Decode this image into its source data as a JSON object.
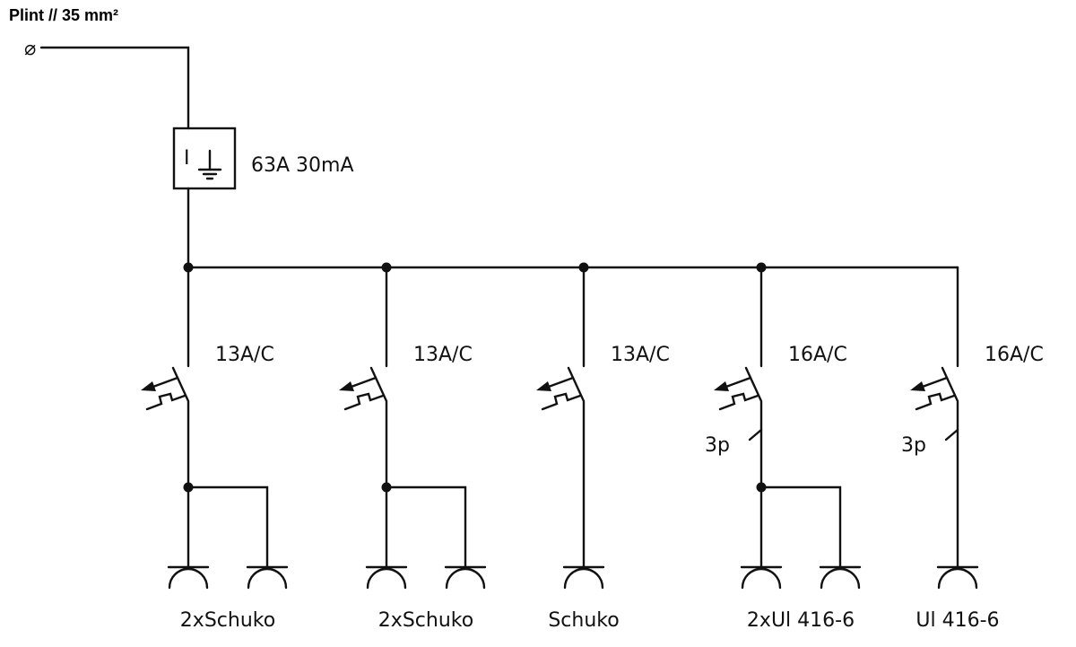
{
  "title": "Plint // 35 mm²",
  "terminal_symbol": "⌀",
  "rcd": {
    "symbol": "I",
    "label": "63A 30mA"
  },
  "branches": [
    {
      "breaker": "13A/C",
      "poles": "",
      "sockets": 2,
      "label": "2xSchuko"
    },
    {
      "breaker": "13A/C",
      "poles": "",
      "sockets": 2,
      "label": "2xSchuko"
    },
    {
      "breaker": "13A/C",
      "poles": "",
      "sockets": 1,
      "label": "Schuko"
    },
    {
      "breaker": "16A/C",
      "poles": "3p",
      "sockets": 2,
      "label": "2xUl 416-6"
    },
    {
      "breaker": "16A/C",
      "poles": "3p",
      "sockets": 1,
      "label": "Ul 416-6"
    }
  ],
  "colors": {
    "line": "#111111",
    "background": "#ffffff"
  }
}
